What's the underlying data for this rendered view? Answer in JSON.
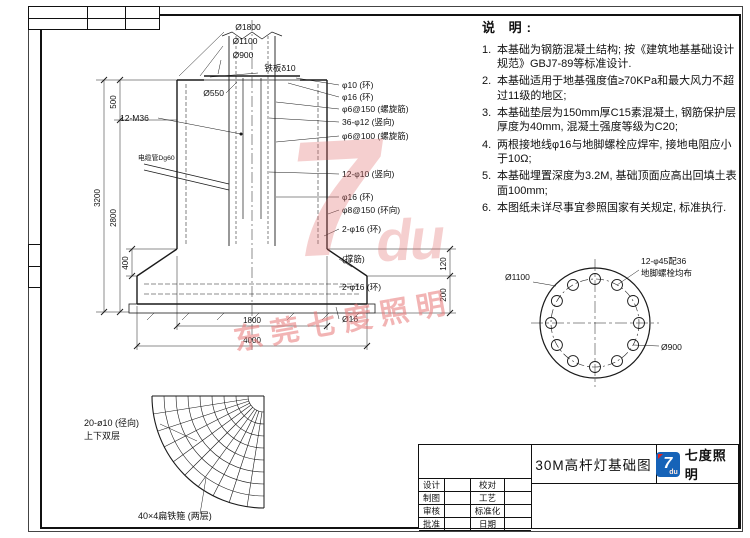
{
  "watermark": {
    "logo_main": "7",
    "logo_sub": "du",
    "brand": "东莞七度照明"
  },
  "notes": {
    "heading": "说  明:",
    "items": [
      {
        "num": "1.",
        "text": "本基础为钢筋混凝土结构; 按《建筑地基基础设计规范》GBJ7-89等标准设计."
      },
      {
        "num": "2.",
        "text": "本基础适用于地基强度值≥70KPa和最大风力不超过11级的地区;"
      },
      {
        "num": "3.",
        "text": "本基础垫层为150mm厚C15素混凝土, 钢筋保护层厚度为40mm, 混凝土强度等级为C20;"
      },
      {
        "num": "4.",
        "text": "两根接地线φ16与地脚螺栓应焊牢, 接地电阻应小于10Ω;"
      },
      {
        "num": "5.",
        "text": "本基础埋置深度为3.2M, 基础顶面应高出回填土表面100mm;"
      },
      {
        "num": "6.",
        "text": "本图纸未详尽事宜参照国家有关规定, 标准执行."
      }
    ]
  },
  "main": {
    "callouts_top": {
      "d1800": "Ø1800",
      "d1100": "Ø1100",
      "d900": "Ø900",
      "plate": "铁板δ10",
      "d550": "Ø550",
      "anchor": "12-M36",
      "cable": "电缆管Dg60"
    },
    "callouts_right": [
      "φ10 (环)",
      "φ16 (环)",
      "φ6@150 (螺旋筋)",
      "36-φ12 (竖向)",
      "φ6@100 (螺旋筋)",
      "12-φ10 (竖向)",
      "φ16 (环)",
      "φ8@150 (环向)",
      "2-φ16 (环)",
      "(撑筋)",
      "2-φ16 (环)",
      "Ø16"
    ],
    "dims": {
      "h3200": "3200",
      "h500": "500",
      "h2800": "2800",
      "h400": "400",
      "w1800": "1800",
      "w4000": "4000",
      "r120": "120",
      "r200": "200"
    }
  },
  "flange": {
    "note1": "12-φ45配36",
    "note2": "地脚螺栓均布",
    "d1100": "Ø1100",
    "d900": "Ø900"
  },
  "mesh": {
    "radial_label": "20-ø10 (径向)",
    "layers_label": "上下双层",
    "hoop_label": "40×4扁铁箍 (两层)"
  },
  "titleblock": {
    "drawing_title": "30M高杆灯基础图",
    "brand": "七度照明",
    "logo_main": "7",
    "logo_sub": "du",
    "left_rows": [
      "设计",
      "制图",
      "审核",
      "批准"
    ],
    "right_rows": [
      "校对",
      "工艺",
      "标准化",
      "日期"
    ]
  }
}
